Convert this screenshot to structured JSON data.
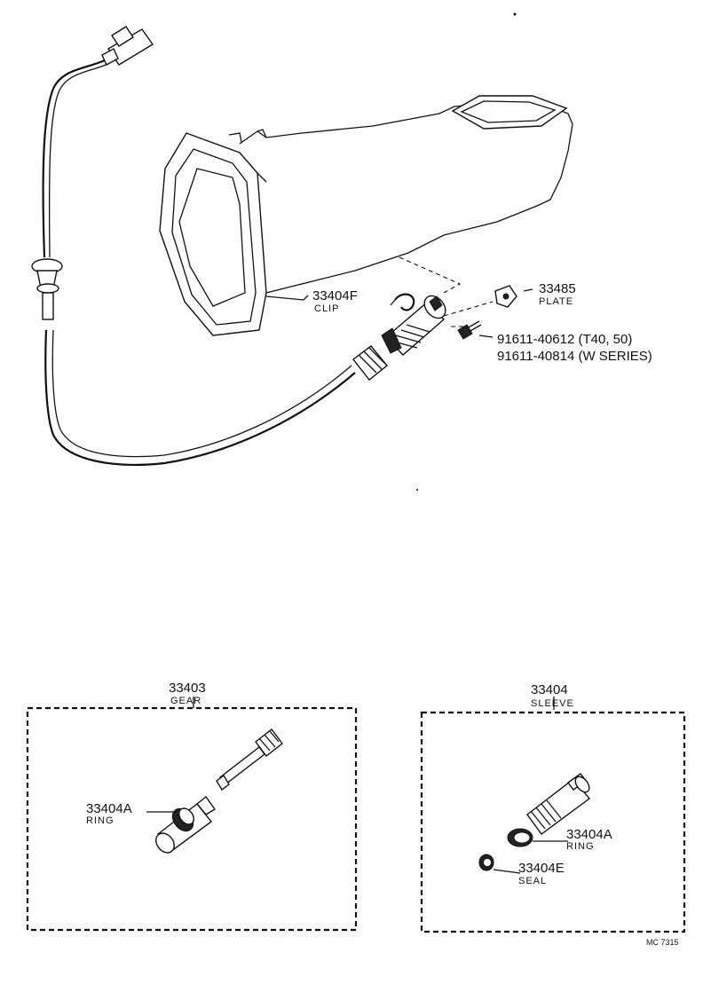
{
  "upper_assembly": {
    "clip": {
      "number": "33404F",
      "name": "CLIP"
    },
    "plate": {
      "number": "33485",
      "name": "PLATE"
    },
    "bolt": {
      "number_1": "91611-40612 (T40, 50)",
      "number_2": "91611-40814 (W SERIES)"
    }
  },
  "gear_kit": {
    "number": "33403",
    "name": "GEAR",
    "ring": {
      "number": "33404A",
      "name": "RING"
    }
  },
  "sleeve_kit": {
    "number": "33404",
    "name": "SLEEVE",
    "ring": {
      "number": "33404A",
      "name": "RING"
    },
    "seal": {
      "number": "33404E",
      "name": "SEAL"
    }
  },
  "drawing_code": "MC 7315"
}
